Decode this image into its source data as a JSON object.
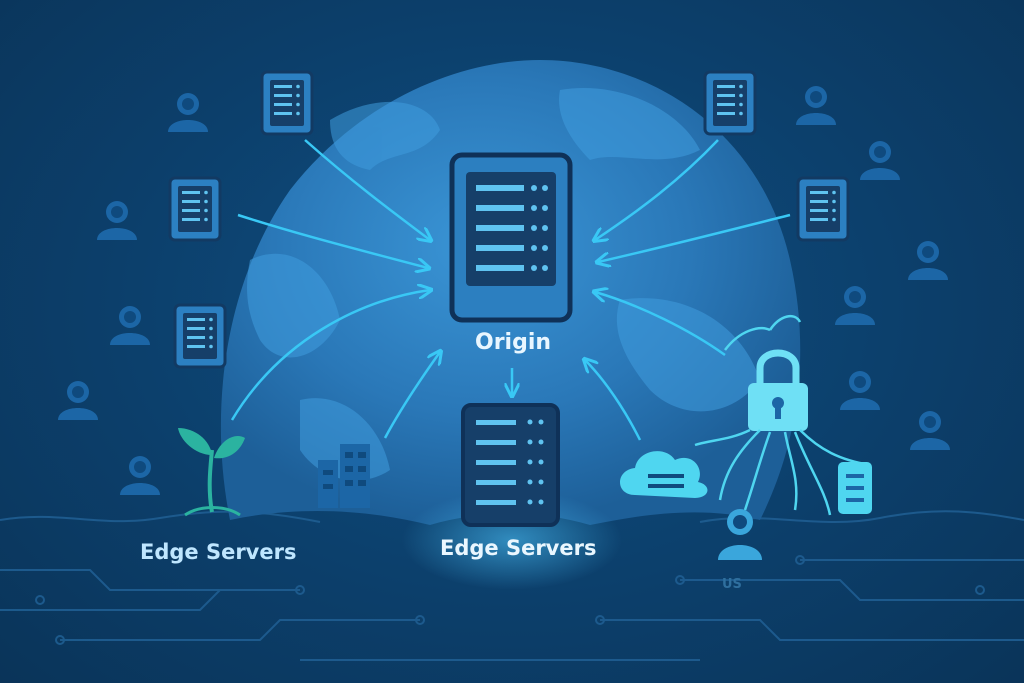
{
  "labels": {
    "origin": "Origin",
    "edge_left": "Edge Servers",
    "edge_center": "Edge Servers",
    "watermark": "US"
  },
  "colors": {
    "background": "#0c3d66",
    "globe": "#2a7fc0",
    "arrow": "#39c8f5",
    "server_dark": "#123a63",
    "server_light": "#3a8ccc",
    "user": "#1c66a6",
    "accent_cyan": "#4fd6f0"
  },
  "icons": [
    "server-icon",
    "user-icon",
    "lock-icon",
    "cloud-icon",
    "plant-icon",
    "building-icon",
    "database-icon",
    "circuit-lines"
  ]
}
